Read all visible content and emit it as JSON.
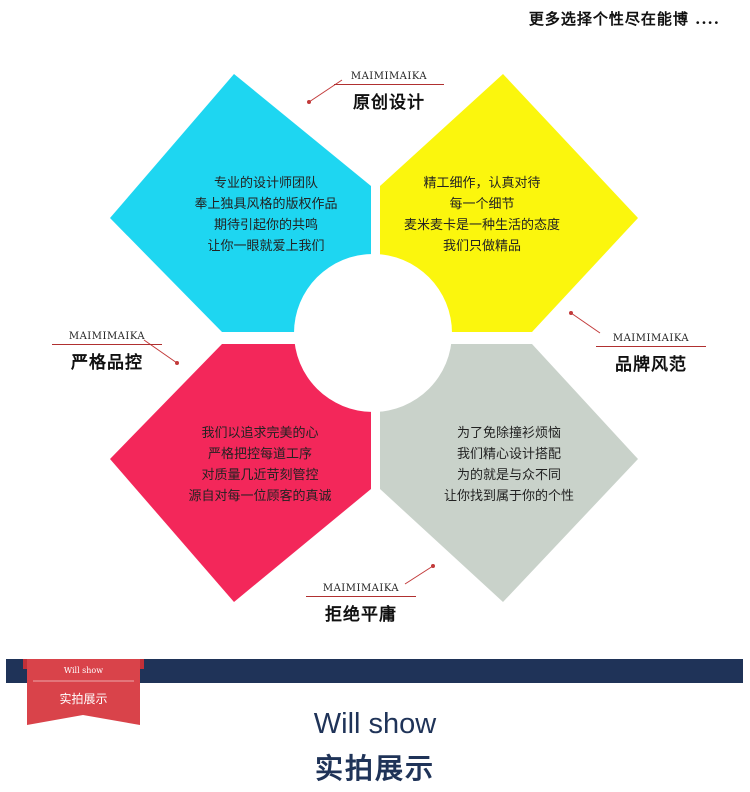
{
  "header": {
    "slogan": "更多选择个性尽在能博 ...."
  },
  "petals": [
    {
      "color": "#1ed6f1",
      "lines": [
        "专业的设计师团队",
        "奉上独具风格的版权作品",
        "期待引起你的共鸣",
        "让你一眼就爱上我们"
      ]
    },
    {
      "color": "#fbf60d",
      "lines": [
        "精工细作，认真对待",
        "每一个细节",
        "麦米麦卡是一种生活的态度",
        "我们只做精品"
      ]
    },
    {
      "color": "#f3275a",
      "lines": [
        "我们以追求完美的心",
        "严格把控每道工序",
        "对质量几近苛刻管控",
        "源自对每一位顾客的真诚"
      ]
    },
    {
      "color": "#c9d2ca",
      "lines": [
        "为了免除撞衫烦恼",
        "我们精心设计搭配",
        "为的就是与众不同",
        "让你找到属于你的个性"
      ]
    }
  ],
  "labels": [
    {
      "brand": "MAIMIMAIKA",
      "title": "原创设计"
    },
    {
      "brand": "MAIMIMAIKA",
      "title": "品牌风范"
    },
    {
      "brand": "MAIMIMAIKA",
      "title": "严格品控"
    },
    {
      "brand": "MAIMIMAIKA",
      "title": "拒绝平庸"
    }
  ],
  "banner": {
    "ribbon_en": "Will show",
    "ribbon_cn": "实拍展示",
    "title_en": "Will show",
    "title_cn": "实拍展示",
    "navy": "#1f3358",
    "ribbon_red": "#d9434a"
  }
}
